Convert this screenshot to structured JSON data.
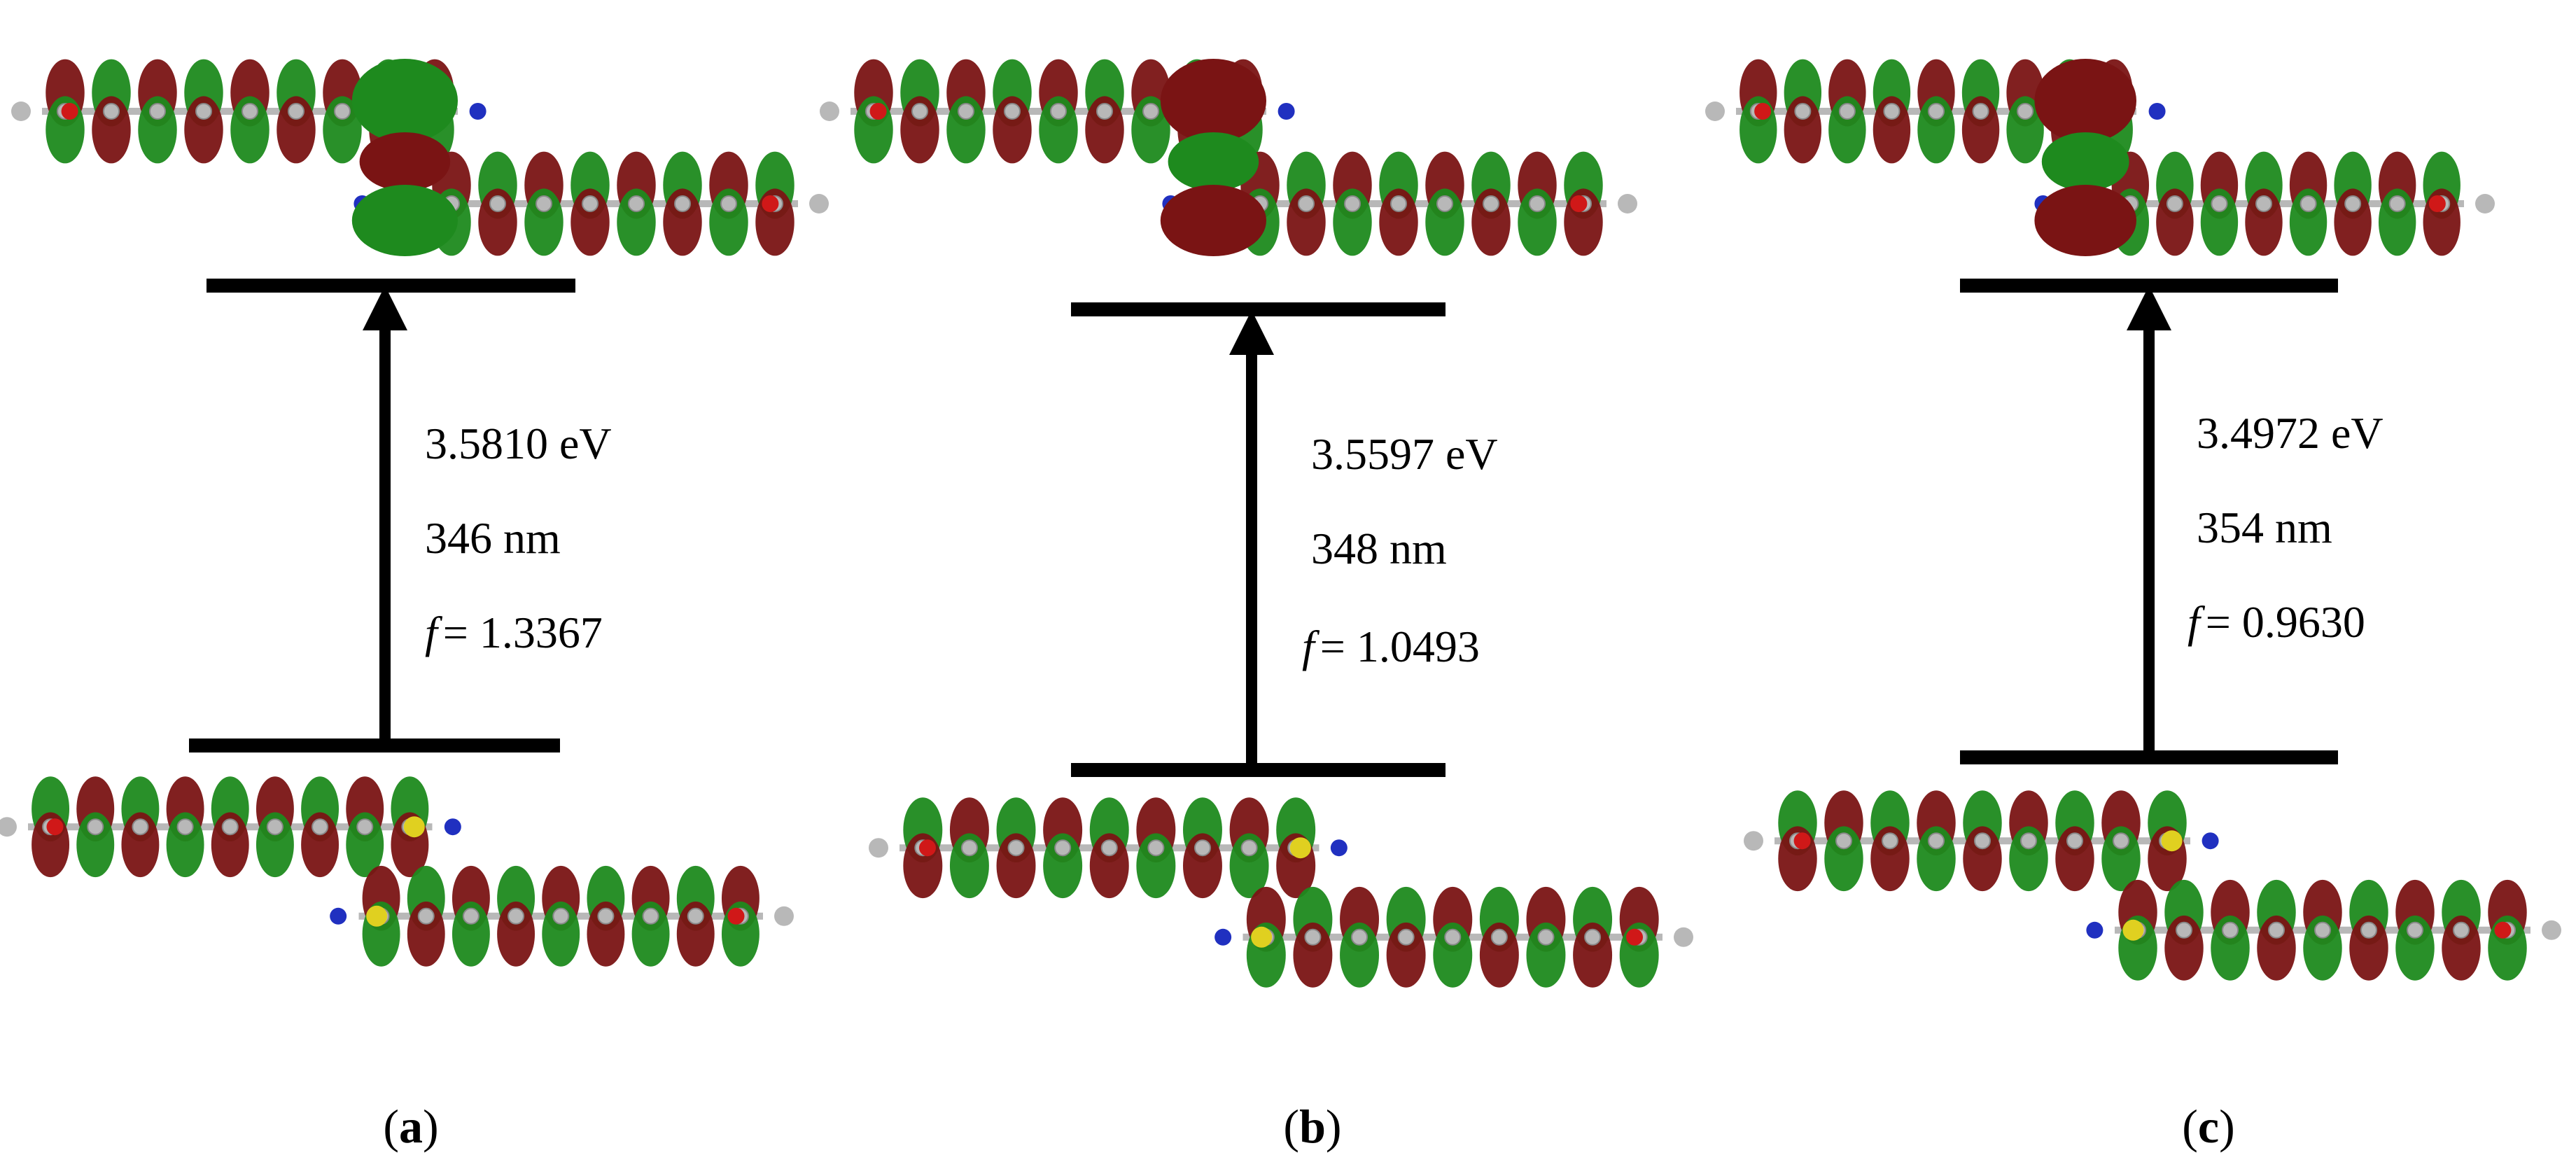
{
  "panels": [
    {
      "id": "a",
      "caption_letter": "a",
      "energy": "3.5810 eV",
      "wavelength": "346 nm",
      "f_symbol": "f",
      "f_value": "= 1.3367"
    },
    {
      "id": "b",
      "caption_letter": "b",
      "energy": "3.5597 eV",
      "wavelength": "348 nm",
      "f_symbol": "f",
      "f_value": "= 1.0493"
    },
    {
      "id": "c",
      "caption_letter": "c",
      "energy": "3.4972 eV",
      "wavelength": "354 nm",
      "f_symbol": "f",
      "f_value": "= 0.9630"
    }
  ],
  "caption_open": "(",
  "caption_close": ")",
  "colors": {
    "orbital_red": "#7a1414",
    "orbital_green": "#1e8a1e",
    "atom_grey": "#b8b8b8",
    "atom_blue": "#2030c0",
    "atom_yellow": "#e0d020",
    "atom_oxygen": "#d01818",
    "line": "#000000"
  }
}
